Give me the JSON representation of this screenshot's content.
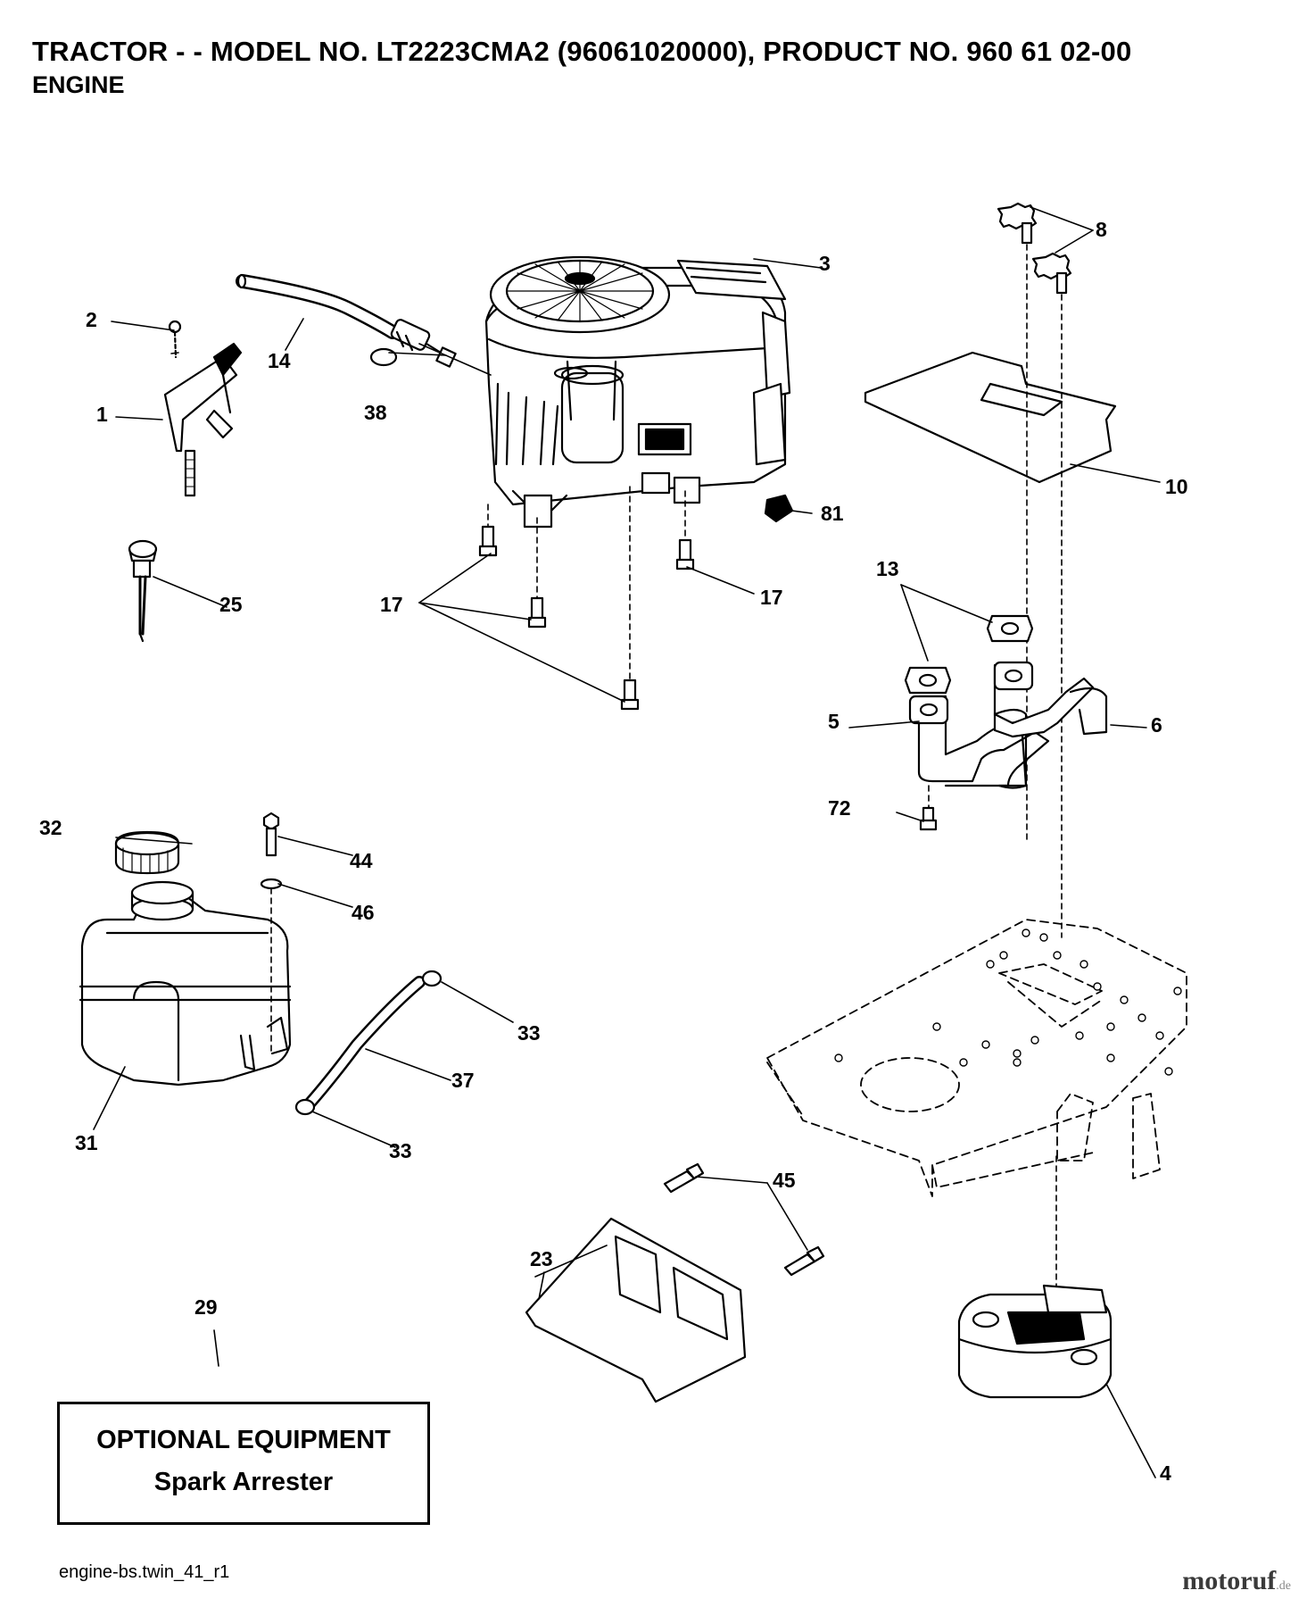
{
  "header": {
    "title": "TRACTOR - - MODEL NO. LT2223CMA2 (96061020000), PRODUCT NO. 960 61 02-00",
    "subtitle": "ENGINE"
  },
  "callouts": [
    "1",
    "2",
    "3",
    "4",
    "5",
    "6",
    "8",
    "10",
    "13",
    "14",
    "17",
    "17",
    "23",
    "25",
    "29",
    "31",
    "32",
    "33",
    "33",
    "37",
    "38",
    "44",
    "45",
    "46",
    "72",
    "81"
  ],
  "optional_box": {
    "title": "OPTIONAL EQUIPMENT",
    "item": "Spark Arrester"
  },
  "footer": {
    "code": "engine-bs.twin_41_r1"
  },
  "watermark": {
    "brand": "motoruf",
    "tld": ".de"
  }
}
